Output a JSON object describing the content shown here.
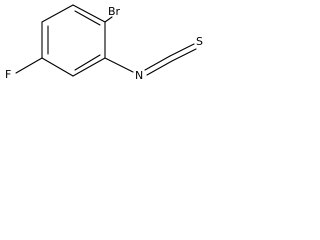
{
  "diagram": {
    "type": "chemical-structure",
    "atoms": {
      "br": "Br",
      "f": "F",
      "n": "N",
      "s": "S"
    }
  }
}
